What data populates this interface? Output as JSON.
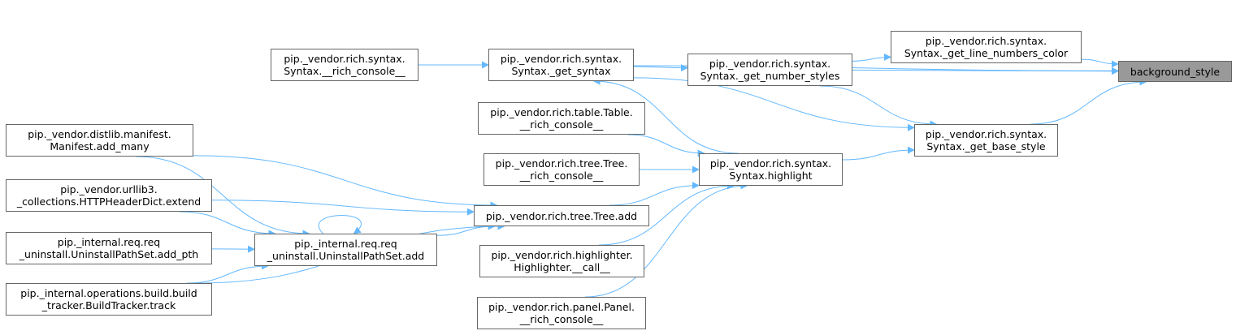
{
  "colors": {
    "edge": "#63b8ff",
    "node_border": "#666666",
    "root_fill": "#999999",
    "node_fill": "#ffffff"
  },
  "nodes": [
    {
      "id": "background_style",
      "lines": [
        "background_style"
      ],
      "root": true
    },
    {
      "id": "get_line_numbers_color",
      "lines": [
        "pip._vendor.rich.syntax.",
        "Syntax._get_line_numbers_color"
      ]
    },
    {
      "id": "get_syntax",
      "lines": [
        "pip._vendor.rich.syntax.",
        "Syntax._get_syntax"
      ]
    },
    {
      "id": "get_number_styles",
      "lines": [
        "pip._vendor.rich.syntax.",
        "Syntax._get_number_styles"
      ]
    },
    {
      "id": "get_base_style",
      "lines": [
        "pip._vendor.rich.syntax.",
        "Syntax._get_base_style"
      ]
    },
    {
      "id": "syntax_rich_console",
      "lines": [
        "pip._vendor.rich.syntax.",
        "Syntax.__rich_console__"
      ]
    },
    {
      "id": "highlight",
      "lines": [
        "pip._vendor.rich.syntax.",
        "Syntax.highlight"
      ]
    },
    {
      "id": "table_rich_console",
      "lines": [
        "pip._vendor.rich.table.Table.",
        "__rich_console__"
      ]
    },
    {
      "id": "tree_rich_console",
      "lines": [
        "pip._vendor.rich.tree.Tree.",
        "__rich_console__"
      ]
    },
    {
      "id": "tree_add",
      "lines": [
        "pip._vendor.rich.tree.Tree.add"
      ]
    },
    {
      "id": "highlighter_call",
      "lines": [
        "pip._vendor.rich.highlighter.",
        "Highlighter.__call__"
      ]
    },
    {
      "id": "panel_rich_console",
      "lines": [
        "pip._vendor.rich.panel.Panel.",
        "__rich_console__"
      ]
    },
    {
      "id": "uninstall_add",
      "lines": [
        "pip._internal.req.req",
        "_uninstall.UninstallPathSet.add"
      ]
    },
    {
      "id": "manifest_add_many",
      "lines": [
        "pip._vendor.distlib.manifest.",
        "Manifest.add_many"
      ]
    },
    {
      "id": "headerdict_extend",
      "lines": [
        "pip._vendor.urllib3.",
        "_collections.HTTPHeaderDict.extend"
      ]
    },
    {
      "id": "uninstall_add_pth",
      "lines": [
        "pip._internal.req.req",
        "_uninstall.UninstallPathSet.add_pth"
      ]
    },
    {
      "id": "build_tracker_track",
      "lines": [
        "pip._internal.operations.build.build",
        "_tracker.BuildTracker.track"
      ]
    }
  ],
  "edges": [
    {
      "from": "get_syntax",
      "to": "background_style"
    },
    {
      "from": "get_line_numbers_color",
      "to": "background_style"
    },
    {
      "from": "get_number_styles",
      "to": "background_style"
    },
    {
      "from": "get_base_style",
      "to": "background_style"
    },
    {
      "from": "get_number_styles",
      "to": "get_line_numbers_color"
    },
    {
      "from": "get_syntax",
      "to": "get_number_styles"
    },
    {
      "from": "get_number_styles",
      "to": "get_base_style"
    },
    {
      "from": "get_syntax",
      "to": "get_base_style"
    },
    {
      "from": "highlight",
      "to": "get_base_style"
    },
    {
      "from": "syntax_rich_console",
      "to": "get_syntax"
    },
    {
      "from": "highlight",
      "to": "get_syntax"
    },
    {
      "from": "table_rich_console",
      "to": "highlight"
    },
    {
      "from": "tree_rich_console",
      "to": "highlight"
    },
    {
      "from": "tree_add",
      "to": "highlight"
    },
    {
      "from": "highlighter_call",
      "to": "highlight"
    },
    {
      "from": "panel_rich_console",
      "to": "highlight"
    },
    {
      "from": "manifest_add_many",
      "to": "tree_add"
    },
    {
      "from": "headerdict_extend",
      "to": "tree_add"
    },
    {
      "from": "uninstall_add",
      "to": "tree_add"
    },
    {
      "from": "build_tracker_track",
      "to": "tree_add"
    },
    {
      "from": "manifest_add_many",
      "to": "uninstall_add"
    },
    {
      "from": "headerdict_extend",
      "to": "uninstall_add"
    },
    {
      "from": "uninstall_add_pth",
      "to": "uninstall_add"
    },
    {
      "from": "build_tracker_track",
      "to": "uninstall_add"
    },
    {
      "from": "uninstall_add",
      "to": "uninstall_add"
    }
  ]
}
